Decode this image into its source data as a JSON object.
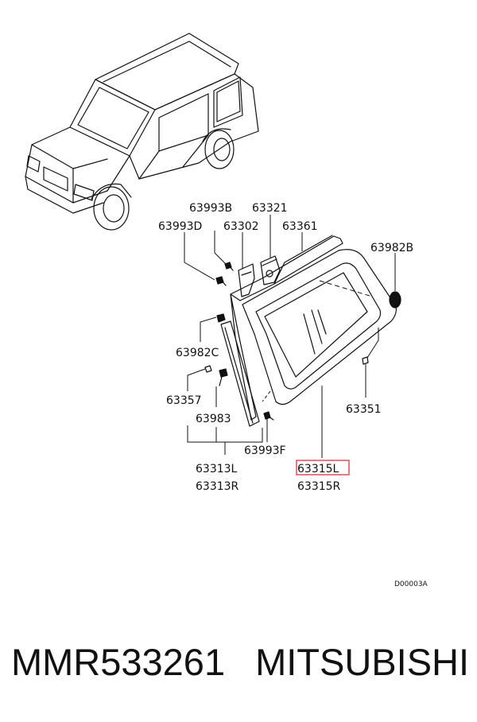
{
  "diagram": {
    "parts": [
      "63993B",
      "63321",
      "63993D",
      "63302",
      "63361",
      "63982B",
      "63982C",
      "63357",
      "63983",
      "63351",
      "63993F",
      "63313L",
      "63313R",
      "63315L",
      "63315R"
    ],
    "labels": {
      "p63993B": "63993B",
      "p63321": "63321",
      "p63993D": "63993D",
      "p63302": "63302",
      "p63361": "63361",
      "p63982B": "63982B",
      "p63982C": "63982C",
      "p63357": "63357",
      "p63983": "63983",
      "p63351": "63351",
      "p63993F": "63993F",
      "p63313L": "63313L",
      "p63313R": "63313R",
      "p63315L": "63315L",
      "p63315R": "63315R"
    },
    "highlighted_part": "63315L",
    "highlight_color": "#d9363e",
    "drawing_code": "D00003A"
  },
  "footer": {
    "part_number": "MMR533261",
    "brand": "MITSUBISHI"
  }
}
